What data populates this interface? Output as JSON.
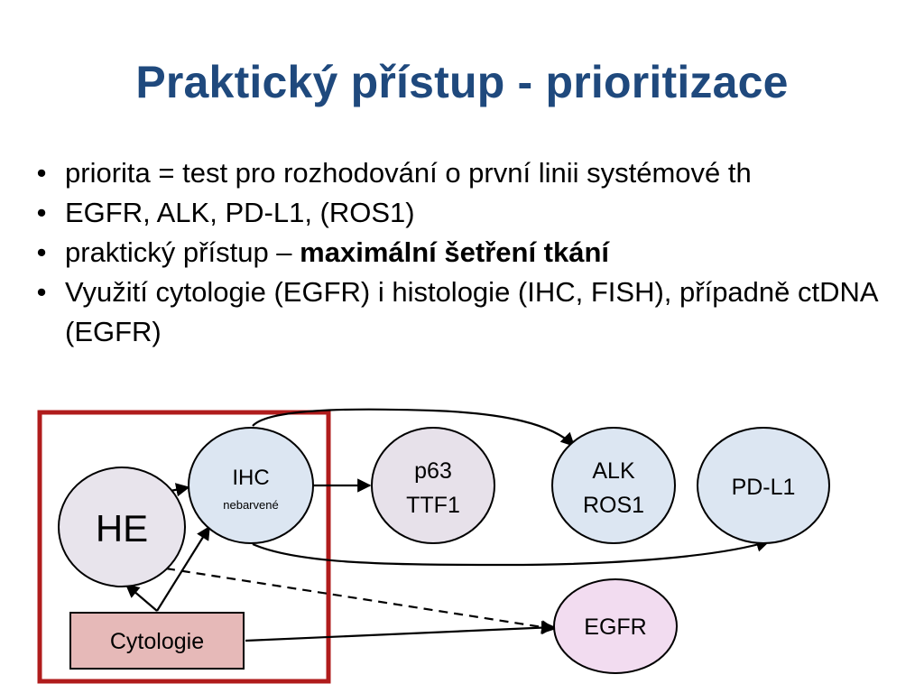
{
  "slide": {
    "title": "Praktický přístup - prioritizace",
    "bullets": [
      {
        "text": "priorita = test pro rozhodování o první linii systémové th"
      },
      {
        "text": "EGFR, ALK, PD-L1, (ROS1)"
      },
      {
        "text_before": "praktický přístup – ",
        "text_bold": "maximální šetření tkání"
      },
      {
        "text": "Využití cytologie (EGFR) i histologie (IHC, FISH), případně ctDNA (EGFR)"
      }
    ]
  },
  "diagram": {
    "nodes": {
      "he": {
        "label": "HE"
      },
      "ihc": {
        "label": "IHC",
        "sublabel": "nebarvené"
      },
      "p63": {
        "line1": "p63",
        "line2": "TTF1"
      },
      "alk": {
        "line1": "ALK",
        "line2": "ROS1"
      },
      "pdl1": {
        "label": "PD-L1"
      },
      "egfr": {
        "label": "EGFR"
      },
      "cytologie": {
        "label": "Cytologie"
      }
    },
    "edges": [
      {
        "from": "Cytologie",
        "to": "HE",
        "style": "solid"
      },
      {
        "from": "Cytologie",
        "to": "IHC",
        "style": "solid"
      },
      {
        "from": "HE",
        "to": "IHC",
        "style": "solid"
      },
      {
        "from": "IHC",
        "to": "p63 TTF1",
        "style": "solid"
      },
      {
        "from": "IHC",
        "to": "ALK ROS1",
        "style": "solid"
      },
      {
        "from": "IHC",
        "to": "PD-L1",
        "style": "solid"
      },
      {
        "from": "HE",
        "to": "EGFR",
        "style": "dashed"
      },
      {
        "from": "Cytologie",
        "to": "EGFR",
        "style": "solid"
      }
    ],
    "colors": {
      "title": "#1f497d",
      "highlight_box": "#b01c1c",
      "node_stroke": "#000000",
      "he_fill": "#e8e4ec",
      "blue_fill": "#dce6f2",
      "p63_fill": "#e7e1ea",
      "egfr_fill": "#f2dcf0",
      "cytologie_fill": "#e6b9b8"
    }
  }
}
